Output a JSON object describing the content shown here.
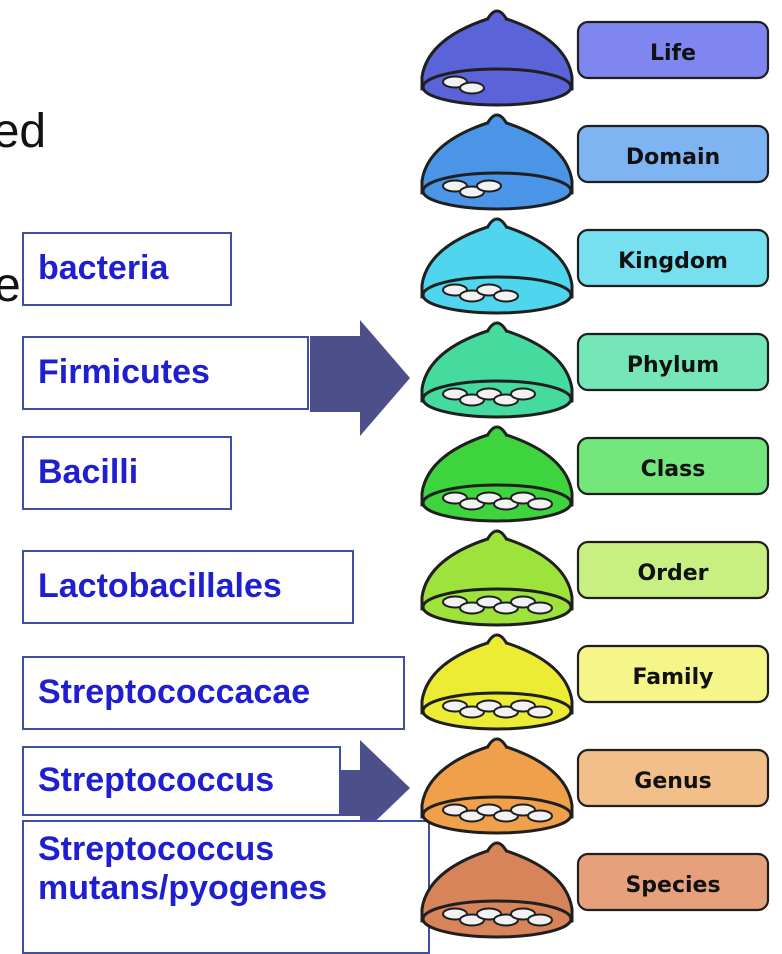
{
  "slide": {
    "fragments": {
      "main": "nced",
      "es": "es"
    },
    "labels": [
      {
        "text": "bacteria"
      },
      {
        "text": "Firmicutes"
      },
      {
        "text": "Bacilli"
      },
      {
        "text": "Lactobacillales"
      },
      {
        "text": "Streptococcacae"
      },
      {
        "text": "Streptococcus"
      },
      {
        "lines": [
          "Streptococcus",
          "mutans/pyogenes"
        ]
      }
    ]
  },
  "taxonomy": {
    "ranks": [
      {
        "name": "Life",
        "color": "#5a63d8",
        "tag": "#7f86ef"
      },
      {
        "name": "Domain",
        "color": "#4b95e8",
        "tag": "#7fb4f2"
      },
      {
        "name": "Kingdom",
        "color": "#4fd6ee",
        "tag": "#76e0f1"
      },
      {
        "name": "Phylum",
        "color": "#45da9e",
        "tag": "#74e6b8"
      },
      {
        "name": "Class",
        "color": "#3dd43d",
        "tag": "#73e67c"
      },
      {
        "name": "Order",
        "color": "#9ee23c",
        "tag": "#c7ef82"
      },
      {
        "name": "Family",
        "color": "#ecec34",
        "tag": "#f5f58a"
      },
      {
        "name": "Genus",
        "color": "#f0a04b",
        "tag": "#f2be89"
      },
      {
        "name": "Species",
        "color": "#d8845a",
        "tag": "#e6a07c"
      }
    ],
    "arrows": [
      {
        "label": "Firmicutes-to-Phylum"
      },
      {
        "label": "Streptococcus-to-Genus"
      }
    ],
    "colors": {
      "label_text": "#1f1fd1",
      "label_border": "#3f4fa6",
      "arrow": "#4c4f8a",
      "outline": "#1f1f1f"
    }
  }
}
